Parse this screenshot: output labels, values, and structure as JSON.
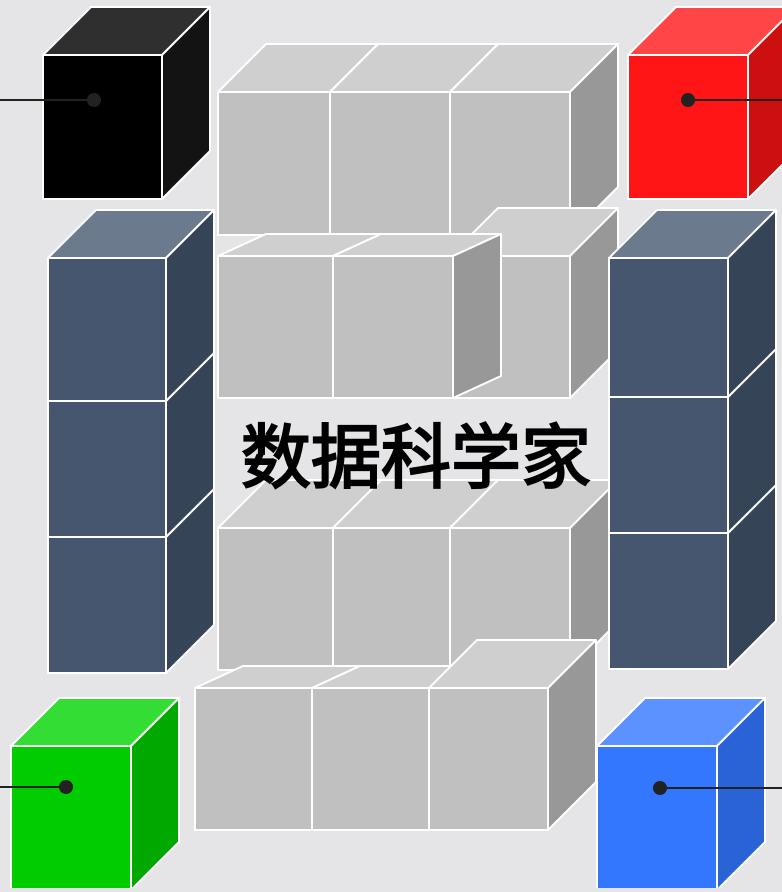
{
  "diagram": {
    "title": "数据科学家",
    "colors": {
      "background": "#e5e5e7",
      "gray": "#c0c0c0",
      "gray_top": "#cfcfcf",
      "gray_side": "#989898",
      "slate": "#45566e",
      "slate_top": "#6b7a8c",
      "slate_side": "#364457",
      "black": "#000000",
      "black_top": "#2f2f2f",
      "black_side": "#131313",
      "red": "#ff1515",
      "red_top": "#ff4545",
      "red_side": "#cc1010",
      "green": "#00cc00",
      "green_top": "#33dd33",
      "green_side": "#00a800",
      "blue": "#3377ff",
      "blue_top": "#5c92ff",
      "blue_side": "#2a63d6",
      "connector": "#222222"
    },
    "corner_cubes": [
      {
        "name": "corner-cube-black",
        "color": "black"
      },
      {
        "name": "corner-cube-red",
        "color": "red"
      },
      {
        "name": "corner-cube-green",
        "color": "green"
      },
      {
        "name": "corner-cube-blue",
        "color": "blue"
      }
    ]
  }
}
